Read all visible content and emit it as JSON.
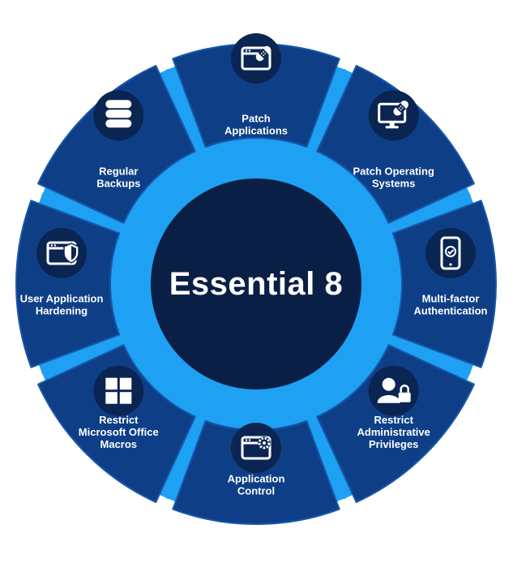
{
  "diagram": {
    "center_title": "Essential 8",
    "colors": {
      "petal": "#0e3f86",
      "petal_edge": "#1757ac",
      "ring": "#1ea1f2",
      "center": "#0a1f45",
      "icon_badge": "#0b2552",
      "text": "#ffffff"
    },
    "segments": [
      {
        "id": "patch-applications",
        "lines": [
          "Patch",
          "Applications"
        ],
        "icon": "window-bandage-icon"
      },
      {
        "id": "patch-operating-systems",
        "lines": [
          "Patch Operating",
          "Systems"
        ],
        "icon": "monitor-bandage-icon"
      },
      {
        "id": "multi-factor-authentication",
        "lines": [
          "Multi-factor",
          "Authentication"
        ],
        "icon": "phone-check-icon"
      },
      {
        "id": "restrict-administrative-privileges",
        "lines": [
          "Restrict",
          "Administrative",
          "Privileges"
        ],
        "icon": "user-lock-icon"
      },
      {
        "id": "application-control",
        "lines": [
          "Application",
          "Control"
        ],
        "icon": "window-gear-icon"
      },
      {
        "id": "restrict-microsoft-office-macros",
        "lines": [
          "Restrict",
          "Microsoft Office",
          "Macros"
        ],
        "icon": "windows-logo-icon"
      },
      {
        "id": "user-application-hardening",
        "lines": [
          "User Application",
          "Hardening"
        ],
        "icon": "window-shield-icon"
      },
      {
        "id": "regular-backups",
        "lines": [
          "Regular",
          "Backups"
        ],
        "icon": "database-icon"
      }
    ]
  }
}
